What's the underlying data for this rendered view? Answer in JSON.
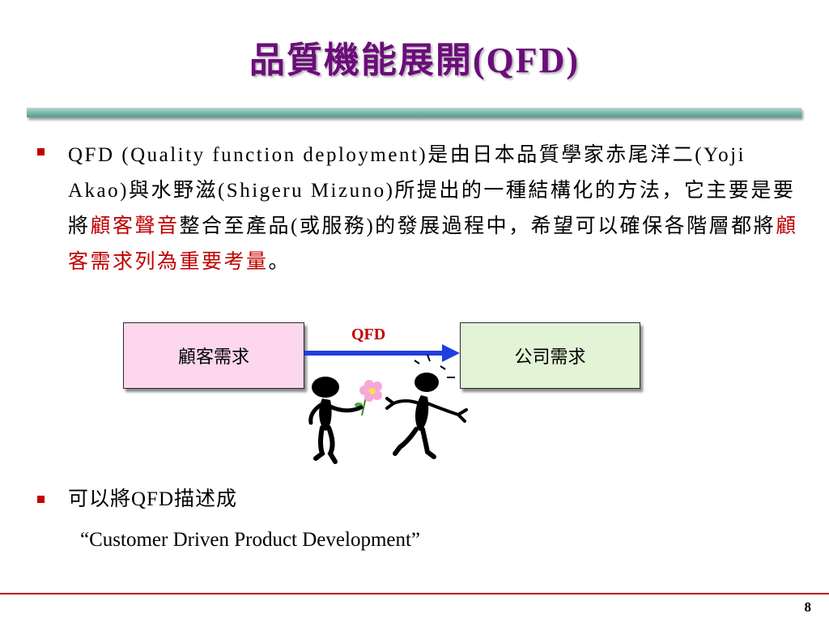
{
  "slide": {
    "title": "品質機能展開(QFD)",
    "bullet1": {
      "p1": "QFD (Quality function deployment)是由日本品質學家赤尾洋二(Yoji  Akao)與水野滋(Shigeru  Mizuno)所提出的一種結構化的方法，它主要是要將",
      "h1": "顧客聲音",
      "p2": "整合至產品(或服務)的發展過程中，希望可以確保各階層都將",
      "h2": "顧客需求列為重要考量",
      "p3": "。"
    },
    "diagram": {
      "left_box": "顧客需求",
      "arrow_label": "QFD",
      "right_box": "公司需求"
    },
    "bullet2": {
      "text": "可以將QFD描述成",
      "quote": "“Customer Driven Product Development”"
    },
    "page_number": "8"
  },
  "colors": {
    "title": "#6b0d7a",
    "highlight": "#c00000",
    "arrow": "#1f3ee0",
    "left_box_fill": "#fcd7ee",
    "right_box_fill": "#e3f3d6"
  }
}
